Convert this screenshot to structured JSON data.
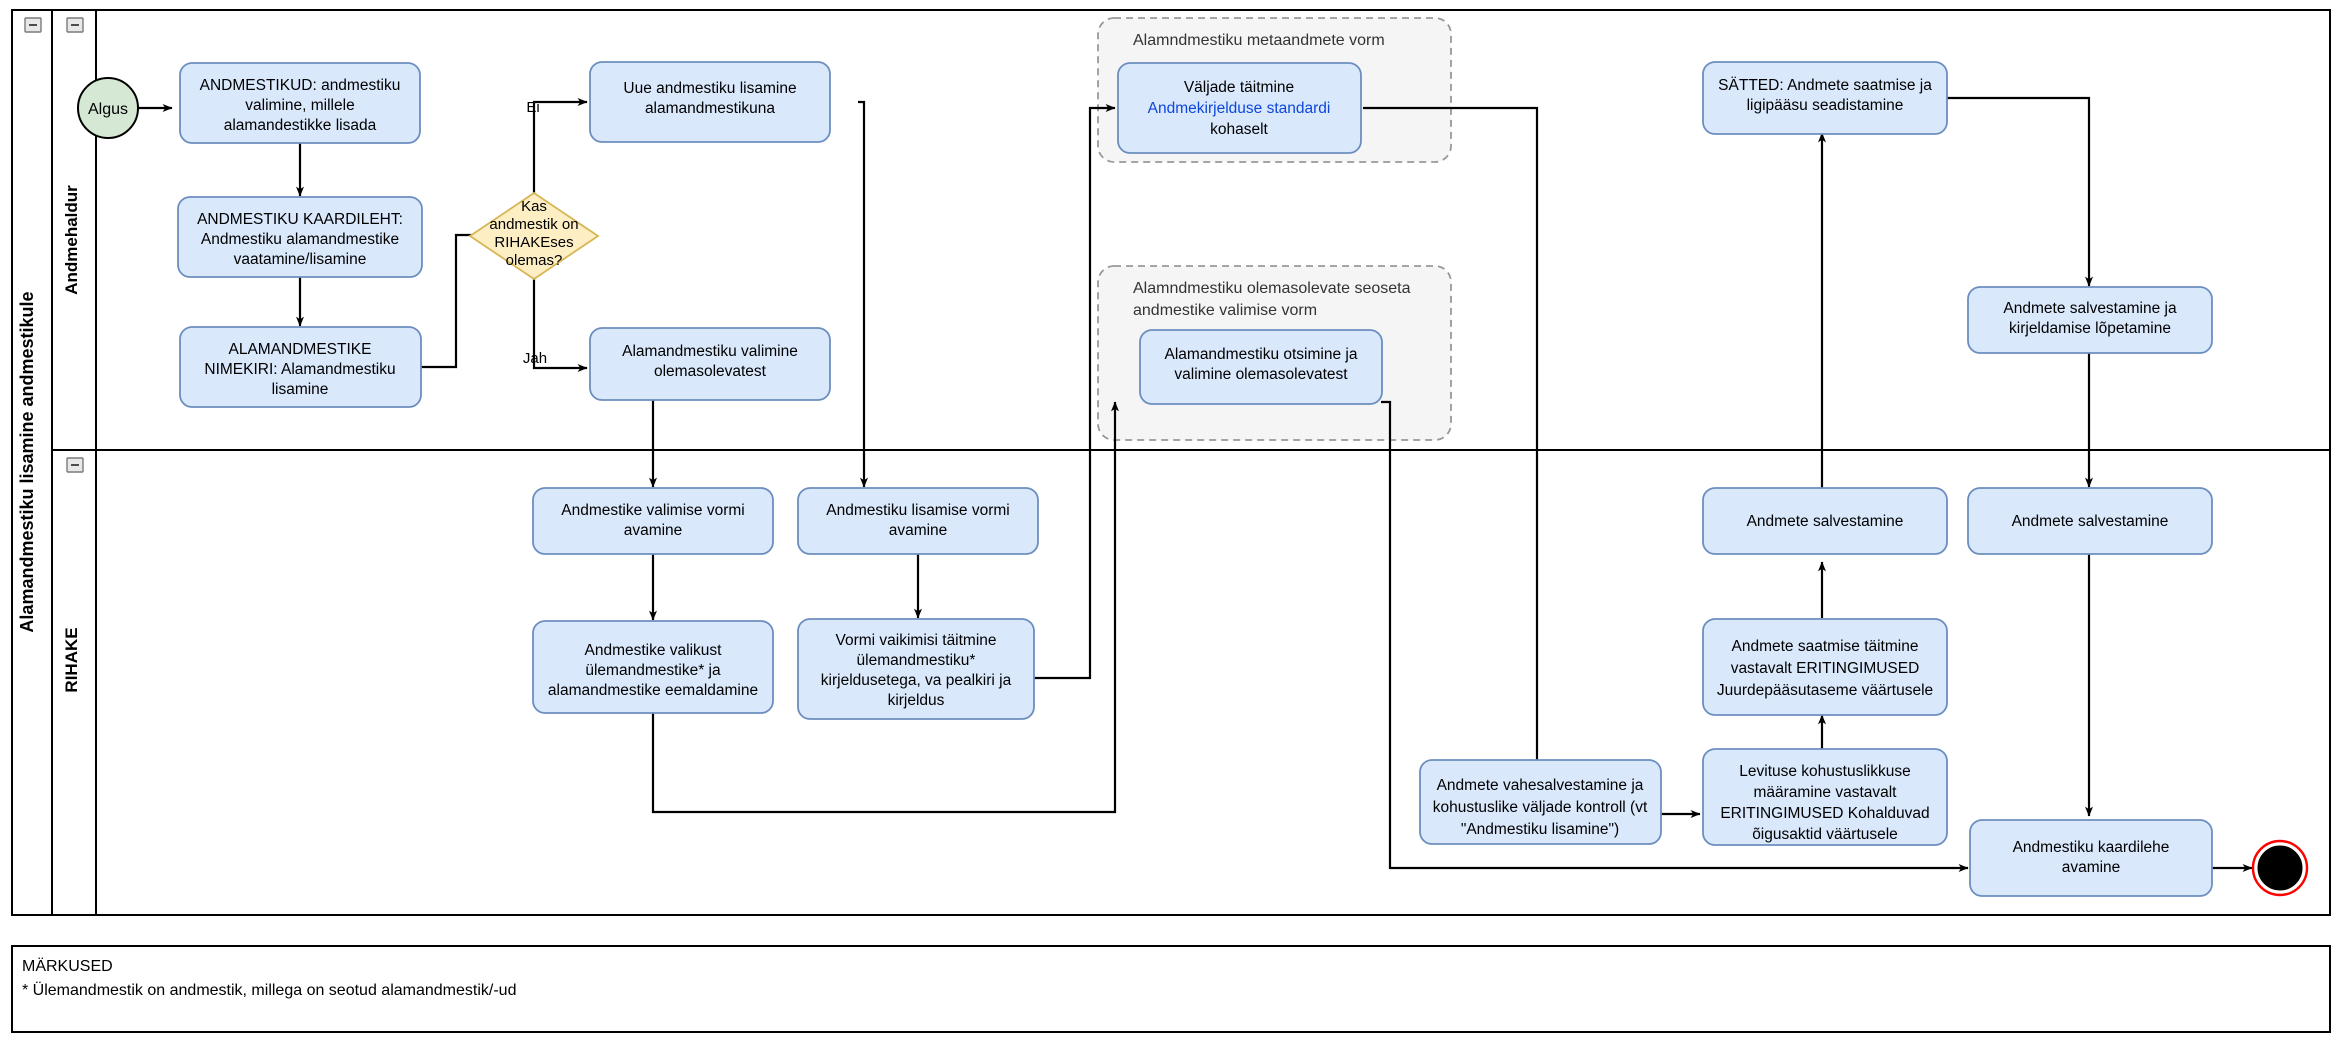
{
  "pool": {
    "title": "Alamandmestiku lisamine andmestikule",
    "lanes": [
      {
        "id": "andmehaldur",
        "label": "Andmehaldur"
      },
      {
        "id": "rihake",
        "label": "RIHAKE"
      }
    ],
    "collapse_icon": "minus-icon"
  },
  "nodes": {
    "start": {
      "label": "Algus",
      "type": "start-event"
    },
    "n1": {
      "label_lines": [
        "ANDMESTIKUD: andmestiku",
        "valimine, millele",
        "alamandestikke lisada"
      ]
    },
    "n2": {
      "label_lines": [
        "ANDMESTIKU KAARDILEHT:",
        "Andmestiku alamandmestike",
        "vaatamine/lisamine"
      ]
    },
    "n3": {
      "label_lines": [
        "ALAMANDMESTIKE",
        "NIMEKIRI: Alamandmestiku",
        "lisamine"
      ]
    },
    "gate": {
      "label_lines": [
        "Kas",
        "andmestik on",
        "RIHAKEses",
        "olemas?"
      ],
      "type": "exclusive-gateway"
    },
    "n4": {
      "label_lines": [
        "Uue andmestiku lisamine",
        "alamandmestikuna"
      ]
    },
    "n5": {
      "label_lines": [
        "Alamandmestiku valimine",
        "olemasolevatest"
      ]
    },
    "n6": {
      "label_lines": [
        "Andmestike valimise vormi",
        "avamine"
      ]
    },
    "n7": {
      "label_lines": [
        "Andmestiku lisamise vormi",
        "avamine"
      ]
    },
    "n8": {
      "label_lines": [
        "Andmestike valikust",
        "ülemandmestike* ja",
        "alamandmestike eemaldamine"
      ]
    },
    "n9": {
      "label_lines": [
        "Vormi vaikimisi täitmine",
        "ülemandmestiku*",
        "kirjeldusetega, va pealkiri ja",
        "kirjeldus"
      ]
    },
    "n10": {
      "label_lines": [
        "Väljade täitmine",
        "Andmekirjelduse standardi",
        "kohaselt"
      ],
      "link_line_index": 1
    },
    "n11": {
      "label_lines": [
        "Alamandmestiku otsimine ja",
        "valimine olemasolevatest"
      ]
    },
    "n12": {
      "label_lines": [
        "SÄTTED: Andmete saatmise ja",
        "ligipääsu seadistamine"
      ]
    },
    "n13": {
      "label_lines": [
        "Andmete salvestamine ja",
        "kirjeldamise lõpetamine"
      ]
    },
    "n14": {
      "label_lines": [
        "Andmete salvestamine"
      ]
    },
    "n15": {
      "label_lines": [
        "Andmete salvestamine"
      ]
    },
    "n16": {
      "label_lines": [
        "Andmete saatmise täitmine",
        "vastavalt ERITINGIMUSED",
        "Juurdepääsutaseme väärtusele"
      ]
    },
    "n17": {
      "label_lines": [
        "Andmete vahesalvestamine ja",
        "kohustuslike väljade kontroll (vt",
        "\"Andmestiku lisamine\")"
      ]
    },
    "n18": {
      "label_lines": [
        "Levituse kohustuslikkuse",
        "määramine vastavalt",
        "ERITINGIMUSED Kohalduvad",
        "õigusaktid väärtusele"
      ]
    },
    "n19": {
      "label_lines": [
        "Andmestiku kaardilehe",
        "avamine"
      ]
    },
    "end": {
      "type": "end-event",
      "label": ""
    }
  },
  "groups": {
    "g1": {
      "label_lines": [
        "Alamndmestiku metaandmete vorm"
      ]
    },
    "g2": {
      "label_lines": [
        "Alamndmestiku olemasolevate seoseta",
        "andmestike valimise vorm"
      ]
    }
  },
  "edge_labels": {
    "no": "Ei",
    "yes": "Jah"
  },
  "notes": {
    "title": "MÄRKUSED",
    "line1": "* Ülemandmestik on andmestik, millega on seotud alamandmestik/-ud"
  },
  "colors": {
    "task_fill": "#dae8fc",
    "task_stroke": "#6c8ebf",
    "gateway_fill": "#fdeec4",
    "gateway_stroke": "#d6b656",
    "start_fill": "#d5e8d4",
    "group_fill": "#f5f5f5",
    "group_stroke": "#999999",
    "link_text": "#0d47d9",
    "end_ring": "#ff0000"
  }
}
